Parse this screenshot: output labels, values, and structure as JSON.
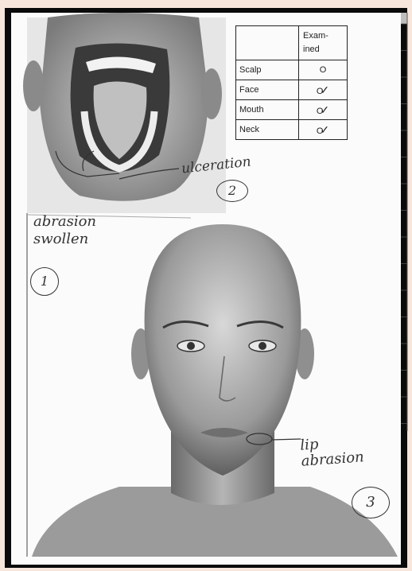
{
  "table": {
    "header": "Exam-\nined",
    "rows": [
      {
        "part": "Scalp",
        "mark": "O"
      },
      {
        "part": "Face",
        "mark": "O"
      },
      {
        "part": "Mouth",
        "mark": "O"
      },
      {
        "part": "Neck",
        "mark": "O"
      }
    ]
  },
  "annotations": {
    "ulceration": "ulceration",
    "num2": "2",
    "abrasion_swollen": "abrasion\nswollen",
    "num1": "1",
    "lip_abrasion": "lip\nabrasion",
    "num3": "3"
  }
}
